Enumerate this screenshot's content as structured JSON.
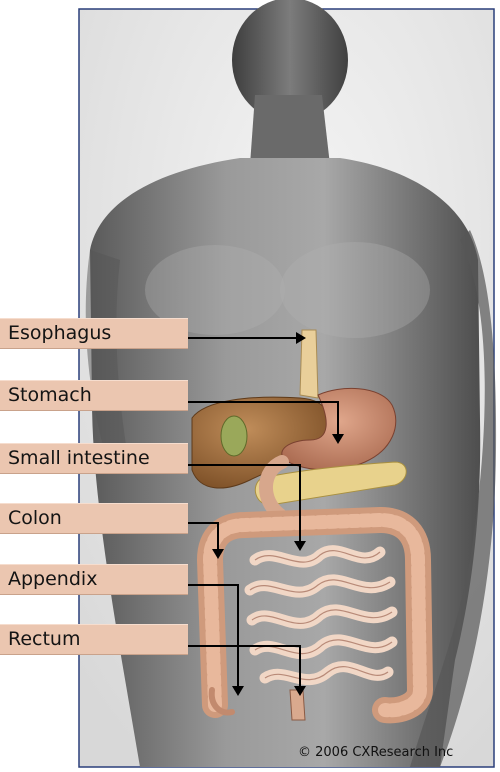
{
  "labels": {
    "esophagus": "Esophagus",
    "stomach": "Stomach",
    "small_intestine": "Small intestine",
    "colon": "Colon",
    "appendix": "Appendix",
    "rectum": "Rectum"
  },
  "copyright": "© 2006 CXResearch Inc",
  "colors": {
    "label_fill": "#ebc6b0",
    "pointer_line": "#000000",
    "frame_border": "#2a3f7a",
    "skin": "#8a8a8a",
    "liver": "#9b6a3a",
    "stomach": "#c98a6e",
    "pancreas": "#e6cf8a",
    "intestine": "#f1d7c6"
  }
}
